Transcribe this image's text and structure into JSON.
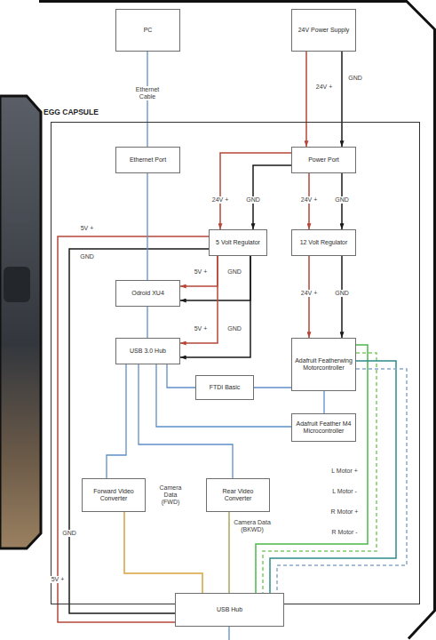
{
  "diagram": {
    "nodes": [
      {
        "text": [
          "PC"
        ]
      },
      {
        "text": [
          "24V Power Supply"
        ]
      },
      {
        "text": [
          "EGG CAPSULE"
        ]
      },
      {
        "text": [
          "Ethernet Port"
        ],
        "in": 2
      },
      {
        "text": [
          "Power Port"
        ],
        "in": 2
      },
      {
        "text": [
          "5 Volt Regulator"
        ],
        "in": 2
      },
      {
        "text": [
          "12 Volt Regulator"
        ],
        "in": 2
      },
      {
        "text": [
          "Odroid XU4"
        ],
        "in": 2
      },
      {
        "text": [
          "USB 3.0 Hub"
        ],
        "in": 2
      },
      {
        "text": [
          "Adafruit Featherwing Motorcontroller"
        ],
        "in": 2
      },
      {
        "text": [
          "FTDI Basic"
        ],
        "in": 2
      },
      {
        "text": [
          "Adafruit Feather M4 Microcontroller"
        ],
        "in": 2
      },
      {
        "text": [
          "Forward Video Converter"
        ],
        "in": 2
      },
      {
        "text": [
          "Rear Video Converter"
        ],
        "in": 2
      },
      {
        "text": [
          "USB Hub"
        ]
      }
    ],
    "edges": [
      {
        "from": 0,
        "to": 3,
        "arrow": "none",
        "label": "Ethernet Cable"
      },
      {
        "from": 1,
        "to": 4,
        "arrow": "to",
        "label": "24V +"
      },
      {
        "from": 1,
        "to": 4,
        "arrow": "to",
        "label": "GND"
      },
      {
        "from": 4,
        "to": 5,
        "arrow": "to",
        "label": "24V +"
      },
      {
        "from": 4,
        "to": 5,
        "arrow": "to",
        "label": "GND"
      },
      {
        "from": 4,
        "to": 6,
        "arrow": "to",
        "label": "24V +"
      },
      {
        "from": 4,
        "to": 6,
        "arrow": "to",
        "label": "GND"
      },
      {
        "from": 5,
        "to": 7,
        "arrow": "to",
        "label": "5V +"
      },
      {
        "from": 5,
        "to": 7,
        "arrow": "to",
        "label": "GND"
      },
      {
        "from": 5,
        "to": 8,
        "arrow": "to",
        "label": "5V +"
      },
      {
        "from": 5,
        "to": 8,
        "arrow": "to",
        "label": "GND"
      },
      {
        "from": 6,
        "to": 9,
        "arrow": "to",
        "label": "24V +"
      },
      {
        "from": 6,
        "to": 9,
        "arrow": "to",
        "label": "GND"
      },
      {
        "from": 5,
        "to": 14,
        "arrow": "none",
        "label": "5V +"
      },
      {
        "from": 5,
        "to": 14,
        "arrow": "none",
        "label": "GND"
      },
      {
        "from": 3,
        "to": 7,
        "arrow": "none"
      },
      {
        "from": 7,
        "to": 8,
        "arrow": "none"
      },
      {
        "from": 8,
        "to": 10,
        "arrow": "none"
      },
      {
        "from": 10,
        "to": 9,
        "arrow": "none"
      },
      {
        "from": 8,
        "to": 11,
        "arrow": "none"
      },
      {
        "from": 9,
        "to": 11,
        "arrow": "none"
      },
      {
        "from": 8,
        "to": 12,
        "arrow": "none"
      },
      {
        "from": 8,
        "to": 13,
        "arrow": "none"
      },
      {
        "from": 12,
        "to": 14,
        "arrow": "none",
        "label": "Camera Data (FWD)"
      },
      {
        "from": 13,
        "to": 14,
        "arrow": "none",
        "label": "Camera Data (BKWD)"
      },
      {
        "from": 9,
        "to": 14,
        "arrow": "none",
        "label": "L Motor +"
      },
      {
        "from": 9,
        "to": 14,
        "arrow": "none",
        "label": "L Motor -"
      },
      {
        "from": 9,
        "to": 14,
        "arrow": "none",
        "label": "R Motor +"
      },
      {
        "from": 9,
        "to": 14,
        "arrow": "none",
        "label": "R Motor -"
      }
    ],
    "labels": [
      "5V +",
      "GND"
    ]
  }
}
